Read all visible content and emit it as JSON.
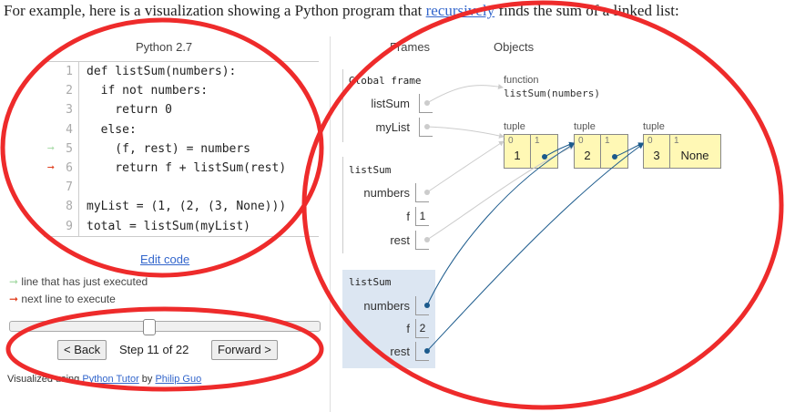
{
  "intro": {
    "before": "For example, here is a visualization showing a Python program that ",
    "link": "recursively",
    "after": " finds the sum of a linked list:"
  },
  "editor": {
    "language": "Python 2.7",
    "lines": [
      {
        "num": "1",
        "code": "def listSum(numbers):"
      },
      {
        "num": "2",
        "code": "  if not numbers:"
      },
      {
        "num": "3",
        "code": "    return 0"
      },
      {
        "num": "4",
        "code": "  else:"
      },
      {
        "num": "5",
        "code": "    (f, rest) = numbers"
      },
      {
        "num": "6",
        "code": "    return f + listSum(rest)"
      },
      {
        "num": "7",
        "code": ""
      },
      {
        "num": "8",
        "code": "myList = (1, (2, (3, None)))"
      },
      {
        "num": "9",
        "code": "total = listSum(myList)"
      }
    ],
    "edit_code": "Edit code"
  },
  "legend": {
    "just_executed": "line that has just executed",
    "next_line": "next line to execute"
  },
  "controls": {
    "back": "< Back",
    "step_text": "Step 11 of 22",
    "forward": "Forward >",
    "progress": 0.5
  },
  "footer": {
    "prefix": "Visualized using ",
    "tool": "Python Tutor",
    "by": " by ",
    "author": "Philip Guo"
  },
  "viz": {
    "frames_header": "Frames",
    "objects_header": "Objects",
    "global_frame": {
      "title": "Global frame",
      "vars": [
        "listSum",
        "myList"
      ]
    },
    "frame1": {
      "title": "listSum",
      "vars": [
        "numbers",
        "f",
        "rest"
      ],
      "f_value": "1"
    },
    "frame2": {
      "title": "listSum",
      "vars": [
        "numbers",
        "f",
        "rest"
      ],
      "f_value": "2"
    },
    "function_obj": {
      "type_label": "function",
      "signature": "listSum(numbers)"
    },
    "tuples": [
      {
        "type_label": "tuple",
        "idx0": "0",
        "idx1": "1",
        "val0": "1",
        "val1": ""
      },
      {
        "type_label": "tuple",
        "idx0": "0",
        "idx1": "1",
        "val0": "2",
        "val1": ""
      },
      {
        "type_label": "tuple",
        "idx0": "0",
        "idx1": "1",
        "val0": "3",
        "val1": "None"
      }
    ]
  },
  "colors": {
    "annotation_red": "#ee2b2b",
    "link_blue": "#3366cc",
    "tuple_fill": "#fff8b5",
    "active_frame": "#dce6f2",
    "pointer_blue": "#1b5a8c"
  }
}
